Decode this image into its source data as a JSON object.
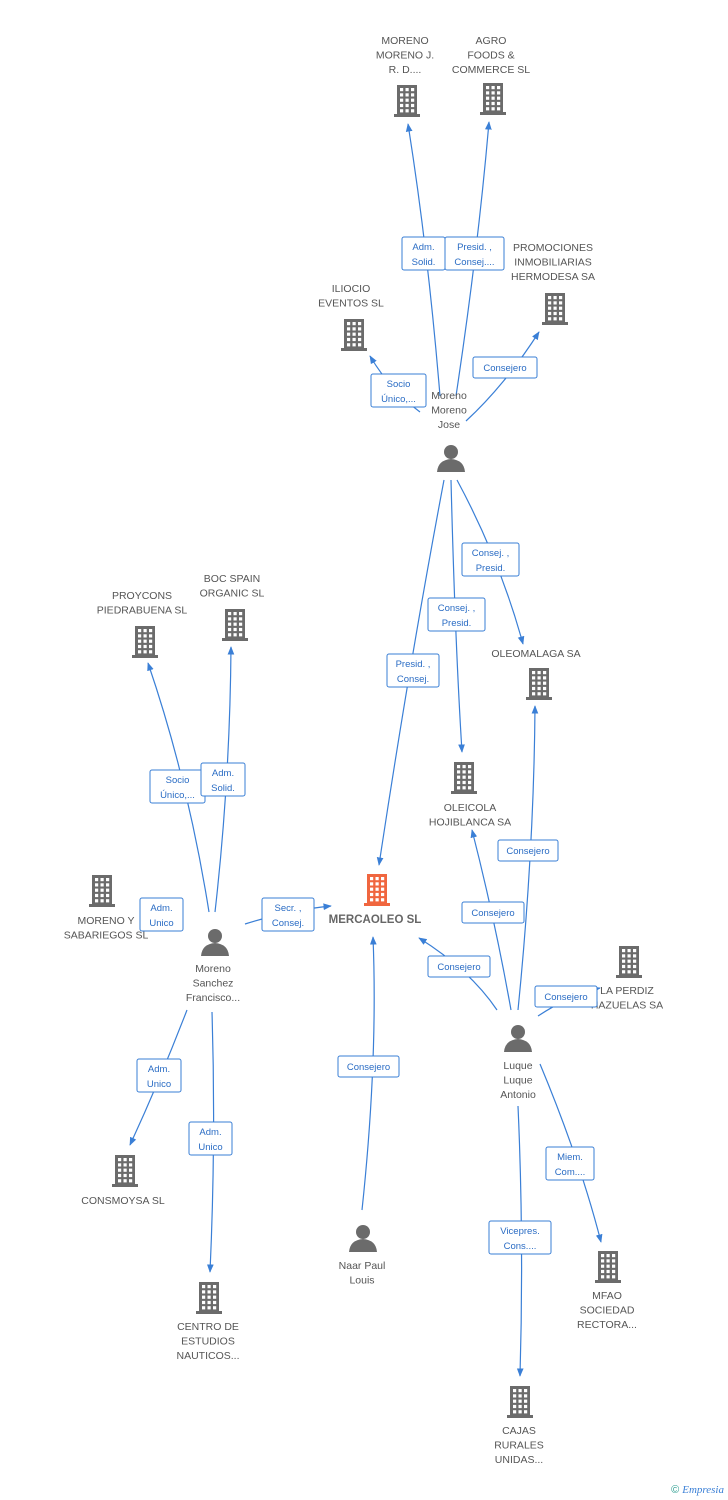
{
  "colors": {
    "edge": "#3a7fd6",
    "company": "#6b6b6b",
    "person": "#6b6b6b",
    "center": "#f0663f"
  },
  "nodes": [
    {
      "id": "moreno_jrd",
      "kind": "company",
      "label": [
        "MORENO",
        "MORENO J.",
        "R. D...."
      ]
    },
    {
      "id": "agro",
      "kind": "company",
      "label": [
        "AGRO",
        "FOODS &",
        "COMMERCE SL"
      ]
    },
    {
      "id": "promociones",
      "kind": "company",
      "label": [
        "PROMOCIONES",
        "INMOBILIARIAS",
        "HERMODESA SA"
      ]
    },
    {
      "id": "iliocio",
      "kind": "company",
      "label": [
        "ILIOCIO",
        "EVENTOS SL"
      ]
    },
    {
      "id": "moreno_jose",
      "kind": "person",
      "label": [
        "Moreno",
        "Moreno",
        "Jose"
      ]
    },
    {
      "id": "proycons",
      "kind": "company",
      "label": [
        "PROYCONS",
        "PIEDRABUENA SL"
      ]
    },
    {
      "id": "boc",
      "kind": "company",
      "label": [
        "BOC SPAIN",
        "ORGANIC SL"
      ]
    },
    {
      "id": "oleomalaga",
      "kind": "company",
      "label": [
        "OLEOMALAGA SA"
      ]
    },
    {
      "id": "oleicola",
      "kind": "company",
      "label": [
        "OLEICOLA",
        "HOJIBLANCA SA"
      ]
    },
    {
      "id": "mercaoleo",
      "kind": "center",
      "label": [
        "MERCAOLEO SL"
      ]
    },
    {
      "id": "moreno_sabariegos",
      "kind": "company",
      "label": [
        "MORENO Y",
        "SABARIEGOS SL"
      ]
    },
    {
      "id": "moreno_sanchez",
      "kind": "person",
      "label": [
        "Moreno",
        "Sanchez",
        "Francisco..."
      ]
    },
    {
      "id": "la_perdiz",
      "kind": "company",
      "label": [
        "LA PERDIZ",
        "HAZUELAS SA"
      ]
    },
    {
      "id": "luque",
      "kind": "person",
      "label": [
        "Luque",
        "Luque",
        "Antonio"
      ]
    },
    {
      "id": "consmoysa",
      "kind": "company",
      "label": [
        "CONSMOYSA SL"
      ]
    },
    {
      "id": "naar",
      "kind": "person",
      "label": [
        "Naar Paul",
        "Louis"
      ]
    },
    {
      "id": "mfao",
      "kind": "company",
      "label": [
        "MFAO",
        "SOCIEDAD",
        "RECTORA..."
      ]
    },
    {
      "id": "centro",
      "kind": "company",
      "label": [
        "CENTRO DE",
        "ESTUDIOS",
        "NAUTICOS..."
      ]
    },
    {
      "id": "cajas",
      "kind": "company",
      "label": [
        "CAJAS",
        "RURALES",
        "UNIDAS..."
      ]
    }
  ],
  "edges": [
    {
      "from": "moreno_jose",
      "to": "moreno_jrd",
      "label": [
        "Adm.",
        "Solid."
      ]
    },
    {
      "from": "moreno_jose",
      "to": "agro",
      "label": [
        "Presid. ,",
        "Consej...."
      ]
    },
    {
      "from": "moreno_jose",
      "to": "promociones",
      "label": [
        "Consejero"
      ]
    },
    {
      "from": "moreno_jose",
      "to": "iliocio",
      "label": [
        "Socio",
        "Único,..."
      ]
    },
    {
      "from": "moreno_jose",
      "to": "oleomalaga",
      "label": [
        "Consej. ,",
        "Presid."
      ]
    },
    {
      "from": "moreno_jose",
      "to": "oleicola",
      "label": [
        "Consej. ,",
        "Presid."
      ]
    },
    {
      "from": "moreno_jose",
      "to": "mercaoleo",
      "label": [
        "Presid. ,",
        "Consej."
      ]
    },
    {
      "from": "moreno_sanchez",
      "to": "proycons",
      "label": [
        "Socio",
        "Único,..."
      ]
    },
    {
      "from": "moreno_sanchez",
      "to": "boc",
      "label": [
        "Adm.",
        "Solid."
      ]
    },
    {
      "from": "moreno_sanchez",
      "to": "moreno_sabariegos",
      "label": [
        "Adm.",
        "Unico"
      ]
    },
    {
      "from": "moreno_sanchez",
      "to": "mercaoleo",
      "label": [
        "Secr. ,",
        "Consej."
      ]
    },
    {
      "from": "moreno_sanchez",
      "to": "consmoysa",
      "label": [
        "Adm.",
        "Unico"
      ]
    },
    {
      "from": "moreno_sanchez",
      "to": "centro",
      "label": [
        "Adm.",
        "Unico"
      ]
    },
    {
      "from": "naar",
      "to": "mercaoleo",
      "label": [
        "Consejero"
      ]
    },
    {
      "from": "luque",
      "to": "mercaoleo",
      "label": [
        "Consejero"
      ]
    },
    {
      "from": "luque",
      "to": "oleicola",
      "label": [
        "Consejero"
      ]
    },
    {
      "from": "luque",
      "to": "oleomalaga",
      "label": [
        "Consejero"
      ]
    },
    {
      "from": "luque",
      "to": "la_perdiz",
      "label": [
        "Consejero"
      ]
    },
    {
      "from": "luque",
      "to": "mfao",
      "label": [
        "Miem.",
        "Com...."
      ]
    },
    {
      "from": "luque",
      "to": "cajas",
      "label": [
        "Vicepres.",
        "Cons...."
      ]
    }
  ],
  "footer": {
    "copyright": "©",
    "brand": "Empresia"
  }
}
